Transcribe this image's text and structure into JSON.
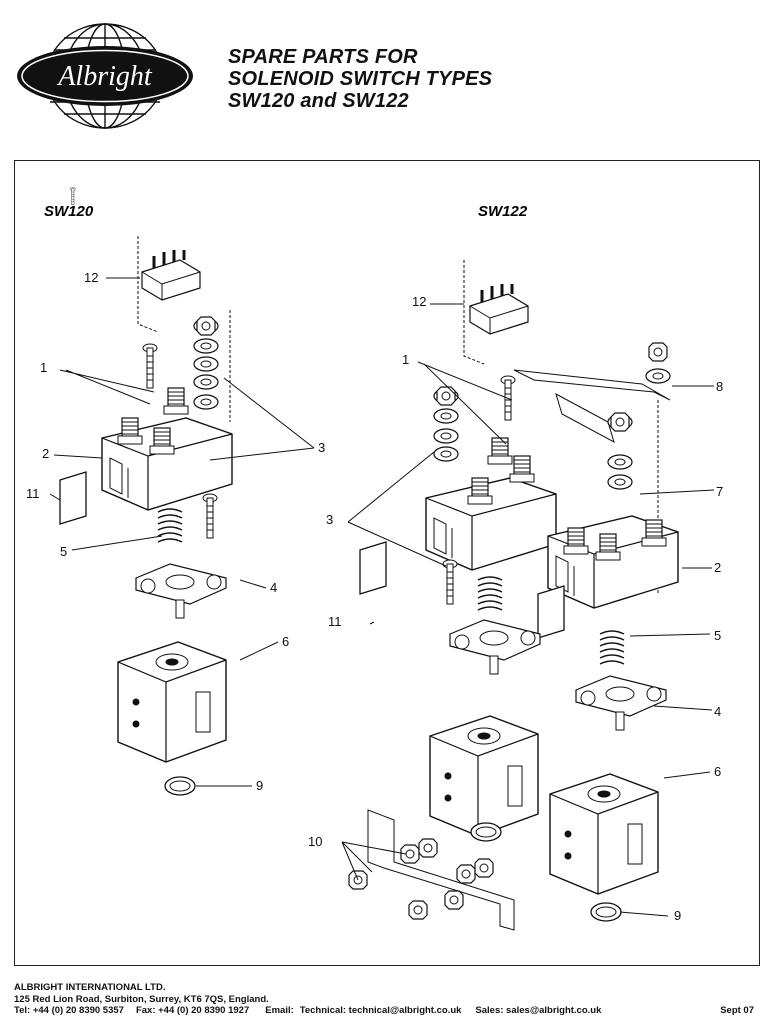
{
  "logo": {
    "text": "Albright"
  },
  "title": {
    "line1": "SPARE PARTS FOR",
    "line2": "SOLENOID SWITCH TYPES",
    "line3": "SW120 and SW122"
  },
  "diagram": {
    "left_heading": "SW120",
    "right_heading": "SW122",
    "sw120_labels": [
      "12",
      "1",
      "2",
      "3",
      "11",
      "5",
      "4",
      "6",
      "9"
    ],
    "sw122_labels": [
      "12",
      "1",
      "8",
      "7",
      "3",
      "2",
      "11",
      "5",
      "4",
      "6",
      "10",
      "9"
    ]
  },
  "footer": {
    "company": "ALBRIGHT INTERNATIONAL LTD.",
    "address": "125 Red Lion Road, Surbiton, Surrey, KT6 7QS, England.",
    "tel": "Tel: +44 (0) 20 8390 5357",
    "fax": "Fax: +44 (0) 20 8390 1927",
    "email_label": "Email:",
    "technical": "Technical: technical@albright.co.uk",
    "sales": "Sales: sales@albright.co.uk",
    "date": "Sept 07"
  },
  "colors": {
    "ink": "#111111",
    "paper": "#ffffff"
  }
}
